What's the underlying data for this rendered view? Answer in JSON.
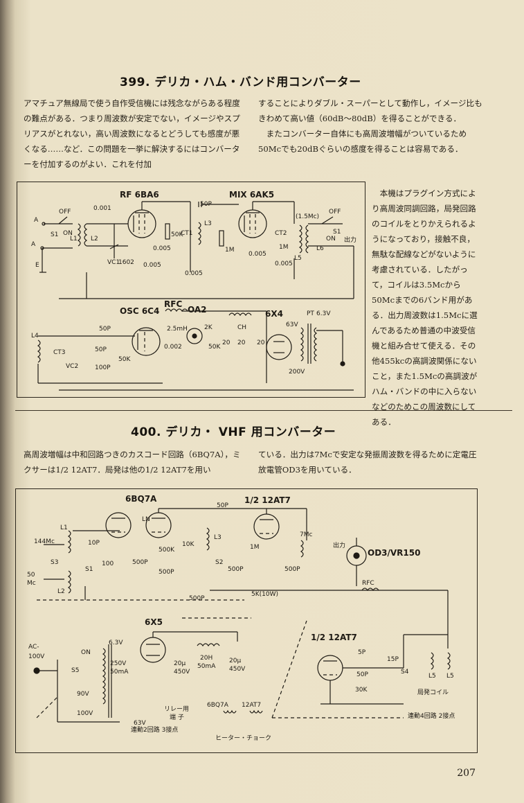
{
  "section399": {
    "title": "399. デリカ・ハム・バンド用コンバーター",
    "left_text": "アマチュア無線局で使う自作受信機には残念ながらある程度の難点がある．つまり周波数が安定でない，イメージやスプリアスがとれない，高い周波数になるとどうしても感度が悪くなる……など．この問題を一挙に解決するにはコンバーターを付加するのがよい．これを付加",
    "right_text_1": "することによりダブル・スーパーとして動作し，イメージ比もきわめて高い値（60dB～80dB）を得ることができる．",
    "right_text_2": "またコンバーター自体にも高周波増幅がついているため50Mcでも20dBぐらいの感度を得ることは容易である．",
    "side_text": "本機はプラグイン方式により高周波同調回路，局発回路のコイルをとりかえられるようになっており，接触不良，無駄な配線などがないように考慮されている．したがって，コイルは3.5Mcから50Mcまでの6バンド用がある．出力周波数は1.5Mcに選んであるため普通の中波受信機と組み合せて使える．その他455kcの高調波関係にないこと，また1.5Mcの高調波がハム・バンドの中に入らないなどのためこの周波数にしてある．",
    "schematic_labels": {
      "rf": "RF 6BA6",
      "mix": "MIX 6AK5",
      "osc": "OSC 6C4",
      "oa2": "OA2",
      "rfc": "RFC",
      "x4": "6X4",
      "pt": "PT",
      "h63": "6.3V",
      "h63b": "63V",
      "off1": "OFF",
      "off2": "OFF",
      "on1": "ON",
      "on2": "ON",
      "s1a": "S1",
      "s1b": "S1",
      "a1": "A",
      "a2": "A",
      "e": "E",
      "out": "出力",
      "c001": "0.001",
      "c50p": "50P",
      "r50k": "50K",
      "r1m": "1M",
      "r1m2": "1M",
      "c0005a": "0.005",
      "c0005b": "0.005",
      "c0005c": "0.005",
      "c0005d": "0.005",
      "c0005e": "0.005",
      "r1602": "1602",
      "l1": "L1",
      "l2": "L2",
      "l3": "L3",
      "l4": "L4",
      "l5": "L5",
      "l6": "L6",
      "ct1": "CT1",
      "ct2": "CT2",
      "ct3": "CT3",
      "vc1": "VC1",
      "vc2": "VC2",
      "mc15": "(1.5Mc)",
      "c50p2": "50P",
      "c50p3": "50P",
      "c100p": "100P",
      "r50k2": "50K",
      "r25": "2.5mH",
      "c0002": "0.002",
      "r2k": "2K",
      "r50k3": "50K",
      "ch": "CH",
      "c20a": "20",
      "c20b": "20",
      "c20c": "20",
      "v200": "200V"
    }
  },
  "section400": {
    "title": "400. デリカ・ VHF 用コンバーター",
    "left_text": "高周波増幅は中和回路つきのカスコード回路（6BQ7A），ミクサーは1/2 12AT7．局発は他の1/2 12AT7を用い",
    "right_text": "ている．出力は7Mcで安定な発振周波数を得るために定電圧放電管OD3を用いている．",
    "schematic_labels": {
      "v6bq7a": "6BQ7A",
      "v12at7a": "1/2 12AT7",
      "v12at7b": "1/2 12AT7",
      "v6x5": "6X5",
      "od3": "OD3/VR150",
      "mc144": "144Mc",
      "mc50a": "50",
      "mc50b": "Mc",
      "s3": "S3",
      "s1": "S1",
      "s2": "S2",
      "s4": "S4",
      "s5": "S5",
      "l1": "L1",
      "l2": "L2",
      "l3": "L3",
      "ln": "LN",
      "l5a": "L5",
      "l5b": "L5",
      "c10p": "10P",
      "r100": "100",
      "c500pa": "500P",
      "r500k": "500K",
      "c500pb": "500P",
      "r10k": "10K",
      "c50p": "50P",
      "c500pc": "500P",
      "r1m": "1M",
      "c500pd": "500P",
      "c500pe": "500P",
      "mc7": "7Mc",
      "out": "出力",
      "rfc": "RFC",
      "r5k": "5K(10W)",
      "c5p": "5P",
      "c15p": "15P",
      "c50p2": "50P",
      "r30k": "30K",
      "lo_coil": "局発コイル",
      "gang4": "連動4回路 2接点",
      "ac": "AC-",
      "v100": "100V",
      "on": "ON",
      "v63": "6.3V",
      "v250": "250V",
      "ma50": "50mA",
      "v90": "90V",
      "v100b": "100V",
      "v63b": "63V",
      "c20a": "20μ",
      "v450a": "450V",
      "h20": "20H",
      "ma50b": "50mA",
      "c20b": "20μ",
      "v450b": "450V",
      "relay": "リレー用",
      "term": "端 子",
      "gang2": "連動2回路 3接点",
      "h6bq7a": "6BQ7A",
      "h12at7": "12AT7",
      "hchoke": "ヒーター・チョーク"
    }
  },
  "page_number": "207"
}
